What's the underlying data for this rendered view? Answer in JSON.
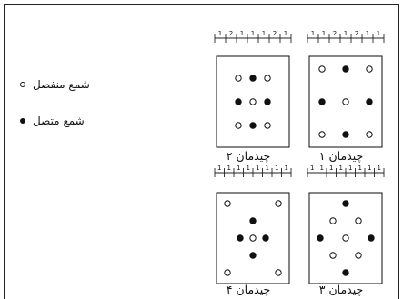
{
  "legend": {
    "items": [
      {
        "label": "شمع منفصل",
        "symbol": "open-circle"
      },
      {
        "label": "شمع متصل",
        "symbol": "filled-circle"
      }
    ]
  },
  "layouts": [
    {
      "caption": "چیدمان ۱",
      "ruler": {
        "labels": [
          "1",
          "1",
          "2",
          "1",
          "2",
          "1",
          "1"
        ],
        "ticks": 8
      },
      "points": [
        {
          "type": "open",
          "grid": [
            0,
            0
          ]
        },
        {
          "type": "filled",
          "grid": [
            1,
            0
          ]
        },
        {
          "type": "open",
          "grid": [
            2,
            0
          ]
        },
        {
          "type": "filled",
          "grid": [
            0,
            1
          ]
        },
        {
          "type": "open",
          "grid": [
            1,
            1
          ]
        },
        {
          "type": "filled",
          "grid": [
            2,
            1
          ]
        },
        {
          "type": "open",
          "grid": [
            0,
            2
          ]
        },
        {
          "type": "filled",
          "grid": [
            1,
            2
          ]
        },
        {
          "type": "open",
          "grid": [
            2,
            2
          ]
        }
      ]
    },
    {
      "caption": "چیدمان ۲",
      "ruler": {
        "labels": [
          "1",
          "2",
          "1",
          "1",
          "1",
          "2",
          "1"
        ],
        "ticks": 8
      },
      "points": [
        {
          "type": "open",
          "grid": [
            0,
            0
          ]
        },
        {
          "type": "filled",
          "grid": [
            1,
            0
          ]
        },
        {
          "type": "open",
          "grid": [
            2,
            0
          ]
        },
        {
          "type": "filled",
          "grid": [
            0,
            1
          ]
        },
        {
          "type": "open",
          "grid": [
            1,
            1
          ]
        },
        {
          "type": "filled",
          "grid": [
            2,
            1
          ]
        },
        {
          "type": "open",
          "grid": [
            0,
            2
          ]
        },
        {
          "type": "filled",
          "grid": [
            1,
            2
          ]
        },
        {
          "type": "open",
          "grid": [
            2,
            2
          ]
        }
      ]
    },
    {
      "caption": "چیدمان ۳",
      "ruler": {
        "labels": [
          "1",
          "1",
          "1",
          "1",
          "1",
          "1",
          "1",
          "1"
        ],
        "ticks": 9
      },
      "points": [
        {
          "type": "filled",
          "grid": [
            2,
            0
          ]
        },
        {
          "type": "open",
          "grid": [
            1,
            1
          ]
        },
        {
          "type": "open",
          "grid": [
            3,
            1
          ]
        },
        {
          "type": "filled",
          "grid": [
            0,
            2
          ]
        },
        {
          "type": "open",
          "grid": [
            2,
            2
          ]
        },
        {
          "type": "filled",
          "grid": [
            4,
            2
          ]
        },
        {
          "type": "open",
          "grid": [
            1,
            3
          ]
        },
        {
          "type": "open",
          "grid": [
            3,
            3
          ]
        },
        {
          "type": "filled",
          "grid": [
            2,
            4
          ]
        }
      ]
    },
    {
      "caption": "چیدمان ۴",
      "ruler": {
        "labels": [
          "1",
          "1",
          "1",
          "1",
          "1",
          "1",
          "1",
          "1"
        ],
        "ticks": 9
      },
      "points": [
        {
          "type": "open",
          "grid": [
            0,
            0
          ]
        },
        {
          "type": "open",
          "grid": [
            4,
            0
          ]
        },
        {
          "type": "filled",
          "grid": [
            2,
            1
          ]
        },
        {
          "type": "filled",
          "grid": [
            1,
            2
          ]
        },
        {
          "type": "open",
          "grid": [
            2,
            2
          ]
        },
        {
          "type": "filled",
          "grid": [
            3,
            2
          ]
        },
        {
          "type": "filled",
          "grid": [
            2,
            3
          ]
        },
        {
          "type": "open",
          "grid": [
            0,
            4
          ]
        },
        {
          "type": "open",
          "grid": [
            4,
            4
          ]
        }
      ]
    }
  ]
}
